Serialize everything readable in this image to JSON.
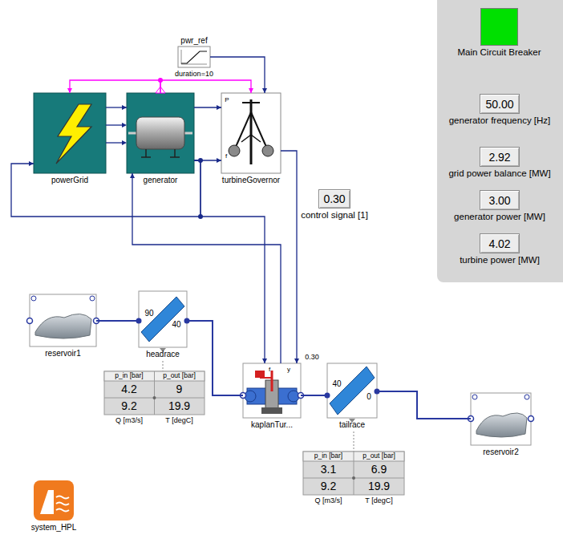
{
  "diagram": {
    "nodes": [
      {
        "text": [
          "powerGrid"
        ]
      },
      {
        "text": [
          "generator"
        ]
      },
      {
        "text": [
          "turbineGovernor"
        ]
      },
      {
        "text": [
          "pwr_ref",
          "duration=10"
        ]
      },
      {
        "text": [
          "0.30",
          "control signal [1]"
        ]
      },
      {
        "text": [
          "Main Circuit Breaker"
        ]
      },
      {
        "text": [
          "50.00",
          "generator frequency [Hz]"
        ]
      },
      {
        "text": [
          "2.92",
          "grid power balance [MW]"
        ]
      },
      {
        "text": [
          "3.00",
          "generator power [MW]"
        ]
      },
      {
        "text": [
          "4.02",
          "turbine power [MW]"
        ]
      },
      {
        "text": [
          "reservoir1"
        ]
      },
      {
        "text": [
          "90",
          "40",
          "headrace"
        ]
      },
      {
        "text": [
          "kaplanTur...",
          "0.30"
        ]
      },
      {
        "text": [
          "40",
          "0",
          "tailrace"
        ]
      },
      {
        "text": [
          "reservoir2"
        ]
      },
      {
        "text": [
          "system_HPL"
        ]
      }
    ],
    "edges": [
      {
        "from": 1,
        "to": 0,
        "arrow": "to"
      },
      {
        "from": 1,
        "to": 2,
        "arrow": "to"
      },
      {
        "from": 0,
        "to": 1,
        "arrow": "to"
      },
      {
        "from": 1,
        "to": 2,
        "arrow": "to"
      },
      {
        "from": 3,
        "to": 2,
        "arrow": "to"
      },
      {
        "from": 1,
        "to": 2,
        "arrow": "to"
      },
      {
        "from": 1,
        "to": 0,
        "arrow": "to"
      },
      {
        "from": 1,
        "to": 12,
        "arrow": "to"
      },
      {
        "from": 12,
        "to": 1,
        "arrow": "to"
      },
      {
        "from": 2,
        "to": 12,
        "arrow": "to"
      },
      {
        "from": 10,
        "to": 11,
        "arrow": "none"
      },
      {
        "from": 11,
        "to": 12,
        "arrow": "none"
      },
      {
        "from": 12,
        "to": 13,
        "arrow": "none"
      },
      {
        "from": 13,
        "to": 14,
        "arrow": "none"
      }
    ],
    "labels": [
      "P",
      "f",
      "f",
      "y",
      "p_in [bar]",
      "p_out [bar]",
      "4.2",
      "9",
      "9.2",
      "19.9",
      "Q [m3/s]",
      "T [degC]",
      "p_in [bar]",
      "p_out [bar]",
      "3.1",
      "6.9",
      "9.2",
      "19.9",
      "Q [m3/s]",
      "T [degC]"
    ]
  }
}
